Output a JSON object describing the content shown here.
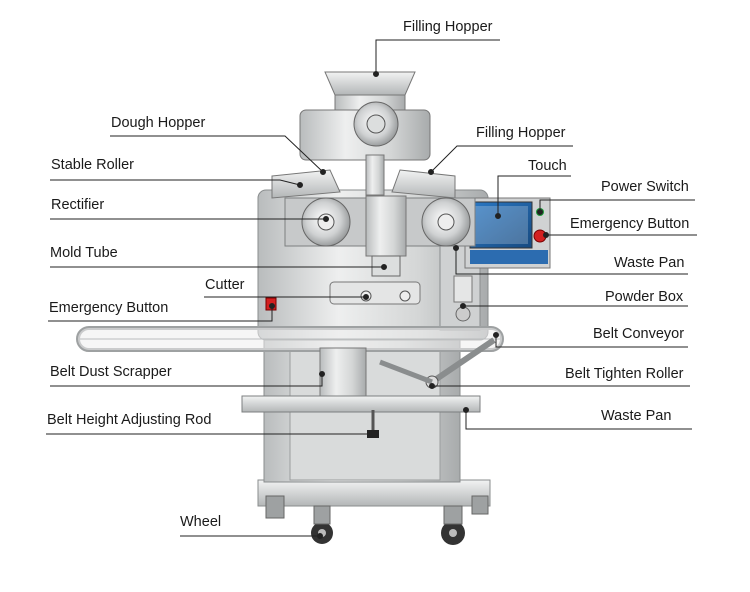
{
  "labels": {
    "filling_hopper_top": "Filling Hopper",
    "dough_hopper": "Dough Hopper",
    "filling_hopper_right": "Filling Hopper",
    "stable_roller": "Stable Roller",
    "touch": "Touch",
    "power_switch": "Power Switch",
    "rectifier": "Rectifier",
    "emergency_button_right": "Emergency Button",
    "mold_tube": "Mold Tube",
    "waste_pan_upper": "Waste Pan",
    "cutter": "Cutter",
    "powder_box": "Powder Box",
    "emergency_button_left": "Emergency Button",
    "belt_conveyor": "Belt Conveyor",
    "belt_dust_scrapper": "Belt Dust Scrapper",
    "belt_tighten_roller": "Belt Tighten Roller",
    "waste_pan_lower": "Waste Pan",
    "belt_height_adjusting_rod": "Belt Height Adjusting Rod",
    "wheel": "Wheel"
  },
  "colors": {
    "steel_light": "#e3e4e4",
    "steel_mid": "#c9cbcb",
    "steel_dark": "#9ea1a2",
    "panel_blue": "#1f5f9e",
    "leader_line": "#222222",
    "emergency_red": "#d42020"
  }
}
